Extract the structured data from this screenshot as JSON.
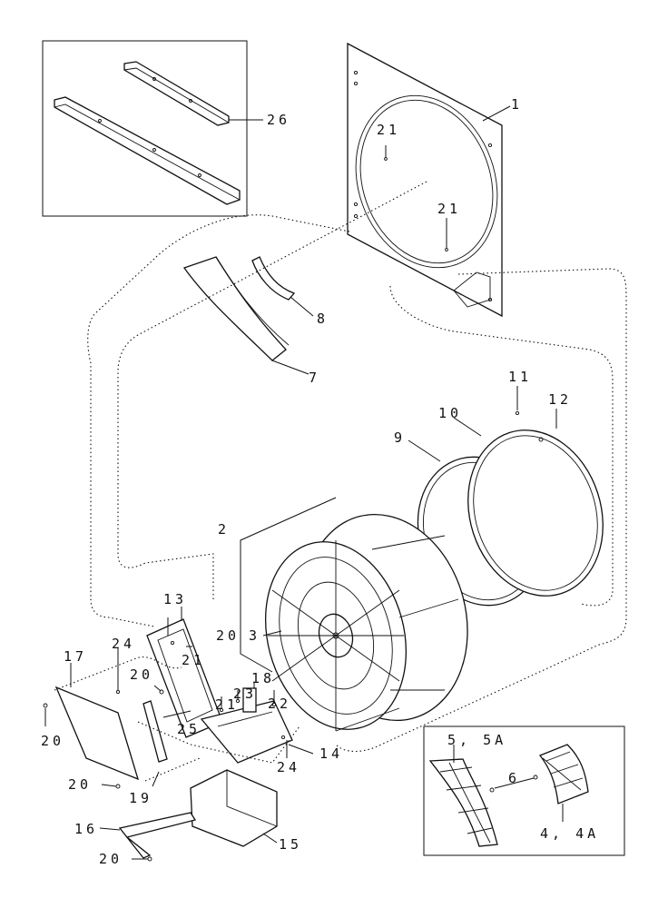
{
  "labels": {
    "p1": "1",
    "p2": "2",
    "p3": "3",
    "p4": "4, 4A",
    "p5": "5, 5A",
    "p6": "6",
    "p7": "7",
    "p8": "8",
    "p9": "9",
    "p10": "10",
    "p11": "11",
    "p12": "12",
    "p13": "13",
    "p14": "14",
    "p15": "15",
    "p16": "16",
    "p17": "17",
    "p18": "18",
    "p19": "19",
    "p20a": "20",
    "p20b": "20",
    "p20c": "20",
    "p20d": "20",
    "p20e": "20",
    "p21a": "21",
    "p21b": "21",
    "p21c": "21",
    "p21d": "21",
    "p22": "22",
    "p23": "23",
    "p24a": "24",
    "p24b": "24",
    "p25": "25",
    "p26": "26"
  }
}
